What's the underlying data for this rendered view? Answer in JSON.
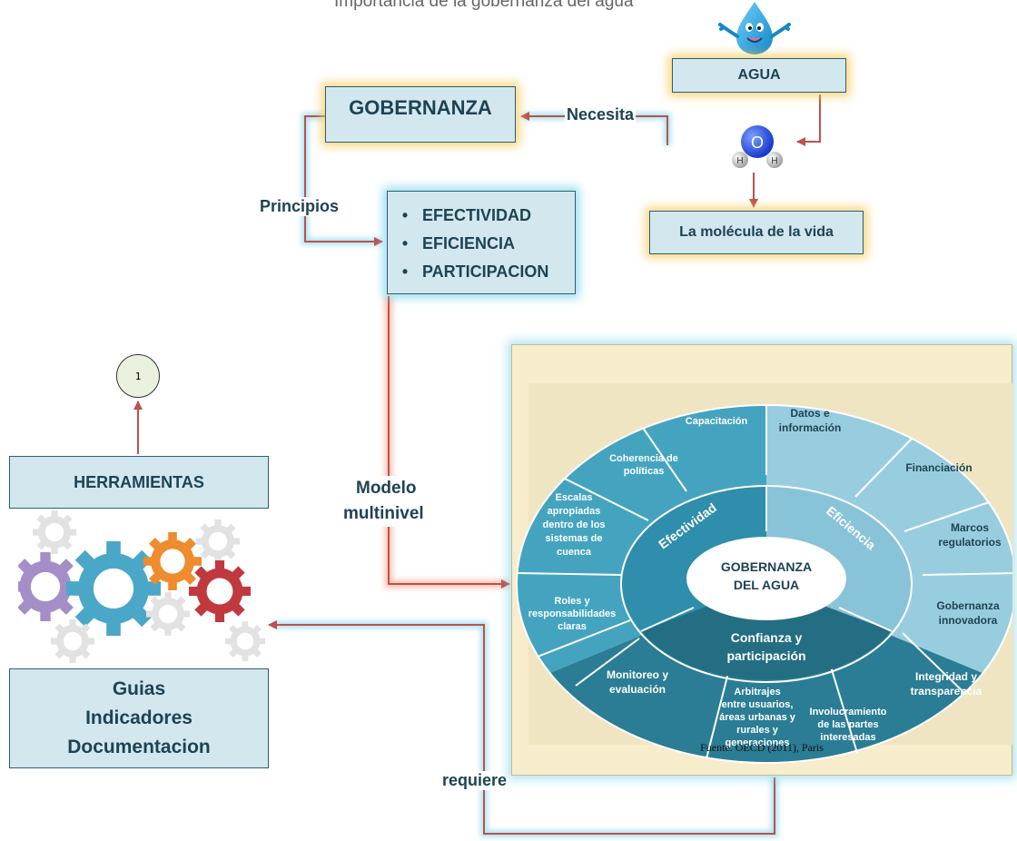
{
  "header": {
    "caption": "Importancia de la gobernanza del agua"
  },
  "nodes": {
    "agua": "AGUA",
    "gobernanza": "GOBERNANZA",
    "molecula": "La molécula de la vida",
    "herramientas": "HERRAMIENTAS",
    "connector_number": "1",
    "h2o": {
      "o": "O",
      "h_left": "H",
      "h_right": "H"
    }
  },
  "principles": {
    "items": [
      "EFECTIVIDAD",
      "EFICIENCIA",
      "PARTICIPACION"
    ]
  },
  "tools": {
    "items": [
      "Guias",
      "Indicadores",
      "Documentacion"
    ]
  },
  "edges": {
    "necesita": "Necesita",
    "principios": "Principios",
    "modelo_line1": "Modelo",
    "modelo_line2": "multinivel",
    "requiere": "requiere"
  },
  "wheel": {
    "center_line1": "GOBERNANZA",
    "center_line2": "DEL AGUA",
    "efectividad": "Efectividad",
    "eficiencia": "Eficiencia",
    "confianza_line1": "Confianza y",
    "confianza_line2": "participación",
    "segments": {
      "capacitacion": "Capacitación",
      "coherencia": [
        "Coherencia de",
        "políticas"
      ],
      "escalas": [
        "Escalas",
        "apropiadas",
        "dentro de los",
        "sistemas de",
        "cuenca"
      ],
      "roles": [
        "Roles y",
        "responsabilidades",
        "claras"
      ],
      "datos": [
        "Datos e",
        "información"
      ],
      "financiacion": "Financiación",
      "marcos": [
        "Marcos",
        "regulatorios"
      ],
      "gobernanza_innovadora": [
        "Gobernanza",
        "innovadora"
      ],
      "monitoreo": [
        "Monitoreo y",
        "evaluación"
      ],
      "arbitrajes": [
        "Arbitrajes",
        "entre usuarios,",
        "áreas urbanas y",
        "rurales y",
        "generaciones"
      ],
      "involucramiento": [
        "Involucramiento",
        "de las partes",
        "interesadas"
      ],
      "integridad": [
        "Integridad y",
        "transparencia"
      ]
    },
    "source": "Fuente. OECD (2011), Paris"
  },
  "colors": {
    "box_fill": "#d3e7ef",
    "box_border": "#315d6d",
    "text_dark": "#1e4352",
    "arrow": "#c0504d",
    "wheel_dark": "#2a7d94",
    "wheel_mid": "#44a4c0",
    "wheel_light": "#98cde0",
    "panel_bg": "#f7eccb"
  }
}
